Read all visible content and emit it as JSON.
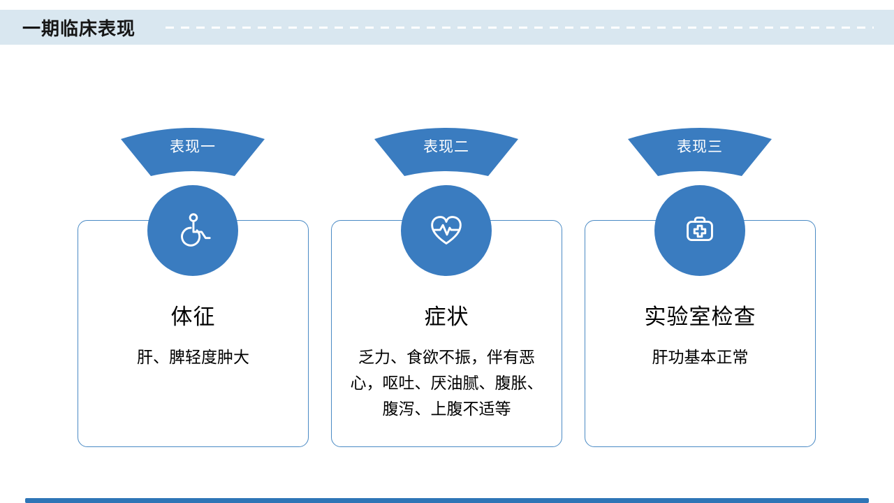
{
  "slide": {
    "title": "一期临床表现",
    "columns": [
      {
        "tab": "表现一",
        "icon": "wheelchair",
        "heading": "体征",
        "body": "肝、脾轻度肿大"
      },
      {
        "tab": "表现二",
        "icon": "heart-pulse",
        "heading": "症状",
        "body": "乏力、食欲不振，伴有恶\n心，呕吐、厌油腻、腹胀、\n腹泻、上腹不适等"
      },
      {
        "tab": "表现三",
        "icon": "first-aid-kit",
        "heading": "实验室检查",
        "body": "肝功基本正常"
      }
    ],
    "colors": {
      "accent_blue": "#3a7cc0",
      "header_background": "#d9e7f0",
      "card_border": "#4a8ac4",
      "footer_bar": "#2e75b6",
      "title_text": "#161616",
      "body_text": "#000000",
      "tab_text": "#ffffff"
    }
  }
}
